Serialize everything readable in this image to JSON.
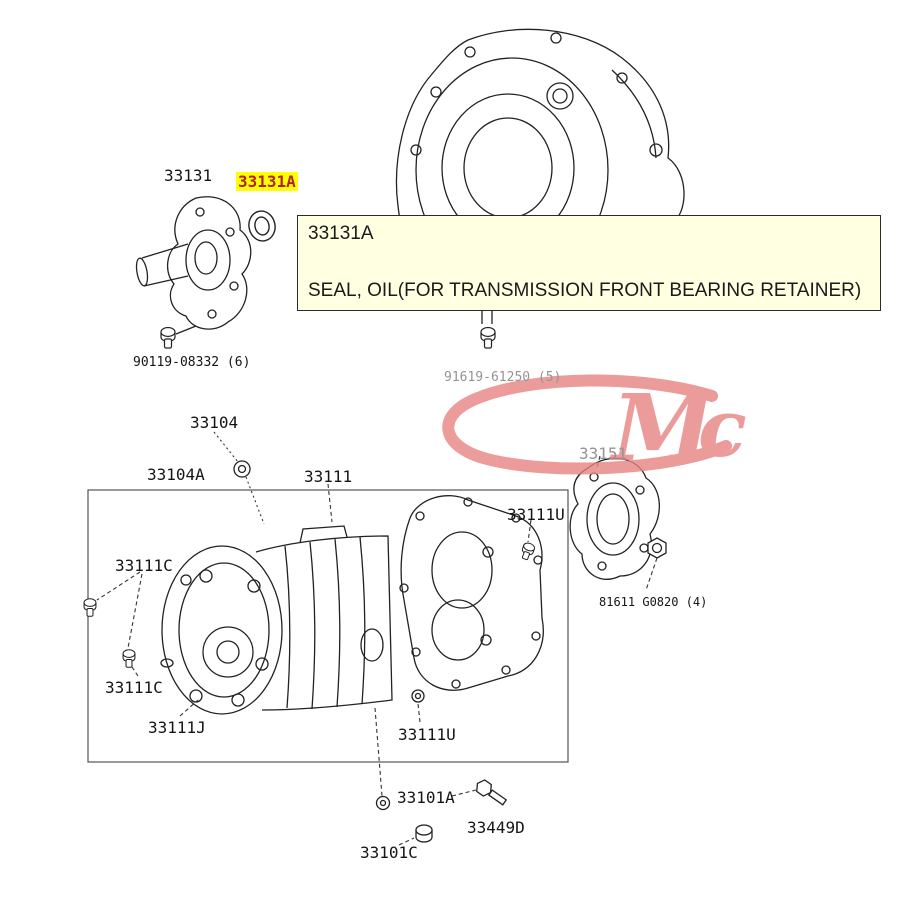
{
  "tooltip": {
    "part_number": "33131A",
    "description": "SEAL, OIL(FOR TRANSMISSION FRONT BEARING RETAINER)"
  },
  "watermark": {
    "m": "M",
    "c": "c"
  },
  "labels": {
    "p33131": "33131",
    "p33131a": "33131A",
    "p90119": "90119-08332 (6)",
    "p91619": "91619-61250 (5)",
    "p33104": "33104",
    "p33104a": "33104A",
    "p33111": "33111",
    "p33111u_top": "33111U",
    "p33111c_top": "33111C",
    "p33151": "33151",
    "p81611": "81611 G0820 (4)",
    "p33111c_bot": "33111C",
    "p33111j": "33111J",
    "p33111u_bot": "33111U",
    "p33101a": "33101A",
    "p33449d": "33449D",
    "p33101c": "33101C"
  },
  "colors": {
    "highlight_bg": "#ffff00",
    "highlight_text": "#b22222",
    "tooltip_bg": "#ffffe1",
    "watermark": "#e88383",
    "muted_label": "#949494",
    "line_art": "#222222"
  }
}
